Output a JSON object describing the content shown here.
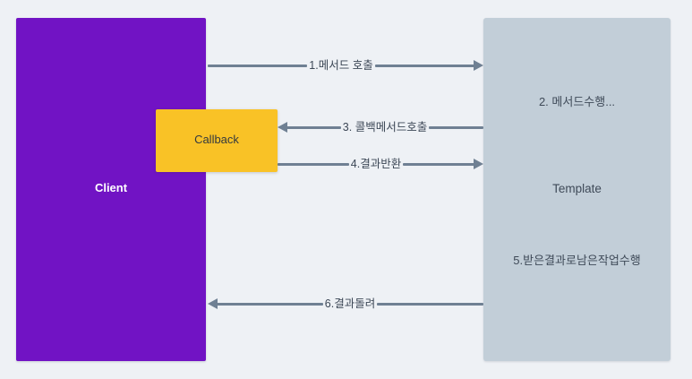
{
  "diagram": {
    "title": "Template Method / Callback sequence diagram",
    "background_color": "#eef1f5"
  },
  "participants": [
    {
      "id": "client",
      "label": "Client",
      "color": "#7113C4",
      "text_color": "#ffffff"
    },
    {
      "id": "callback",
      "label": "Callback",
      "color": "#F9C226",
      "text_color": "#33383f"
    },
    {
      "id": "template",
      "label": "Template",
      "color": "#c2ced8",
      "text_color": "#3f4a58"
    }
  ],
  "messages": [
    {
      "step": "1",
      "label": "1.메서드 호출",
      "from": "client",
      "to": "template",
      "direction": "right"
    },
    {
      "step": "3",
      "label": "3. 콜백메서드호출",
      "from": "template",
      "to": "callback",
      "direction": "left"
    },
    {
      "step": "4",
      "label": "4.결과반환",
      "from": "callback",
      "to": "template",
      "direction": "right"
    },
    {
      "step": "6",
      "label": "6.결과돌려",
      "from": "template",
      "to": "client",
      "direction": "left"
    }
  ],
  "notes": [
    {
      "step": "2",
      "label": "2. 메서드수행...",
      "on": "template"
    },
    {
      "step": "5",
      "label": "5.받은결과로남은작업수행",
      "on": "template"
    }
  ],
  "colors": {
    "arrow": "#6f8093",
    "label_text": "#3c4756",
    "background": "#eef1f5"
  }
}
